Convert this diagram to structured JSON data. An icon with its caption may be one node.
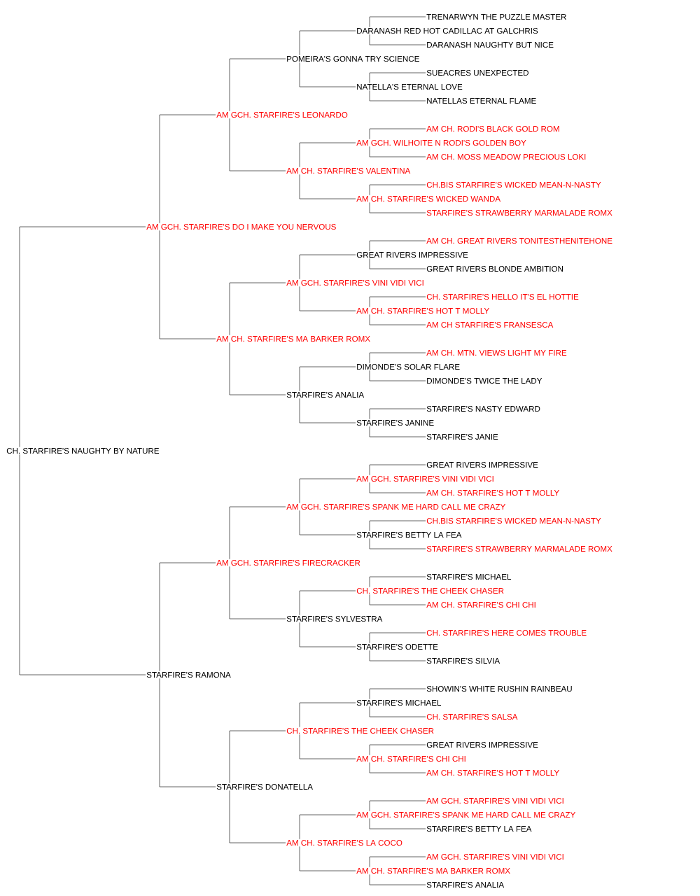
{
  "diagram": {
    "nodes": [
      {
        "text": [
          "TRENARWYN THE PUZZLE MASTER"
        ]
      },
      {
        "text": [
          "DARANASH RED HOT CADILLAC AT GALCHRIS"
        ]
      },
      {
        "text": [
          "DARANASH NAUGHTY BUT NICE"
        ]
      },
      {
        "text": [
          "POMEIRA'S GONNA TRY SCIENCE"
        ]
      },
      {
        "text": [
          "SUEACRES UNEXPECTED"
        ]
      },
      {
        "text": [
          "NATELLA'S ETERNAL LOVE"
        ]
      },
      {
        "text": [
          "NATELLAS ETERNAL FLAME"
        ]
      },
      {
        "text": [
          "AM GCH. STARFIRE'S LEONARDO"
        ]
      },
      {
        "text": [
          "AM CH. RODI'S BLACK GOLD ROM"
        ]
      },
      {
        "text": [
          "AM GCH. WILHOITE N RODI'S GOLDEN BOY"
        ]
      },
      {
        "text": [
          "AM CH. MOSS MEADOW PRECIOUS LOKI"
        ]
      },
      {
        "text": [
          "AM CH. STARFIRE'S VALENTINA"
        ]
      },
      {
        "text": [
          "CH.BIS STARFIRE'S WICKED MEAN-N-NASTY"
        ]
      },
      {
        "text": [
          "AM CH. STARFIRE'S WICKED WANDA"
        ]
      },
      {
        "text": [
          "STARFIRE'S STRAWBERRY MARMALADE ROMX"
        ]
      },
      {
        "text": [
          "AM GCH. STARFIRE'S DO I MAKE YOU NERVOUS"
        ]
      },
      {
        "text": [
          "AM CH. GREAT RIVERS TONITESTHENITEHONE"
        ]
      },
      {
        "text": [
          "GREAT RIVERS IMPRESSIVE"
        ]
      },
      {
        "text": [
          "GREAT RIVERS BLONDE AMBITION"
        ]
      },
      {
        "text": [
          "AM GCH. STARFIRE'S VINI VIDI VICI"
        ]
      },
      {
        "text": [
          "CH. STARFIRE'S HELLO IT'S EL HOTTIE"
        ]
      },
      {
        "text": [
          "AM CH. STARFIRE'S HOT T MOLLY"
        ]
      },
      {
        "text": [
          "AM CH STARFIRE'S FRANSESCA"
        ]
      },
      {
        "text": [
          "AM CH. STARFIRE'S MA BARKER ROMX"
        ]
      },
      {
        "text": [
          "AM CH. MTN. VIEWS LIGHT MY FIRE"
        ]
      },
      {
        "text": [
          "DIMONDE'S SOLAR FLARE"
        ]
      },
      {
        "text": [
          "DIMONDE'S TWICE THE LADY"
        ]
      },
      {
        "text": [
          "STARFIRE'S ANALIA"
        ]
      },
      {
        "text": [
          "STARFIRE'S NASTY EDWARD"
        ]
      },
      {
        "text": [
          "STARFIRE'S JANINE"
        ]
      },
      {
        "text": [
          "STARFIRE'S JANIE"
        ]
      },
      {
        "text": [
          "CH. STARFIRE'S NAUGHTY BY NATURE"
        ]
      },
      {
        "text": [
          "GREAT RIVERS IMPRESSIVE"
        ]
      },
      {
        "text": [
          "AM GCH. STARFIRE'S VINI VIDI VICI"
        ]
      },
      {
        "text": [
          "AM CH. STARFIRE'S HOT T MOLLY"
        ]
      },
      {
        "text": [
          "AM GCH. STARFIRE'S SPANK ME HARD CALL ME CRAZY"
        ]
      },
      {
        "text": [
          "CH.BIS STARFIRE'S WICKED MEAN-N-NASTY"
        ]
      },
      {
        "text": [
          "STARFIRE'S BETTY LA FEA"
        ]
      },
      {
        "text": [
          "STARFIRE'S STRAWBERRY MARMALADE ROMX"
        ]
      },
      {
        "text": [
          "AM GCH. STARFIRE'S FIRECRACKER"
        ]
      },
      {
        "text": [
          "STARFIRE'S MICHAEL"
        ]
      },
      {
        "text": [
          "CH. STARFIRE'S THE CHEEK CHASER"
        ]
      },
      {
        "text": [
          "AM CH. STARFIRE'S CHI CHI"
        ]
      },
      {
        "text": [
          "STARFIRE'S SYLVESTRA"
        ]
      },
      {
        "text": [
          "CH. STARFIRE'S HERE COMES TROUBLE"
        ]
      },
      {
        "text": [
          "STARFIRE'S ODETTE"
        ]
      },
      {
        "text": [
          "STARFIRE'S SILVIA"
        ]
      },
      {
        "text": [
          "STARFIRE'S RAMONA"
        ]
      },
      {
        "text": [
          "SHOWIN'S WHITE RUSHIN RAINBEAU"
        ]
      },
      {
        "text": [
          "STARFIRE'S MICHAEL"
        ]
      },
      {
        "text": [
          "CH. STARFIRE'S SALSA"
        ]
      },
      {
        "text": [
          "CH. STARFIRE'S THE CHEEK CHASER"
        ]
      },
      {
        "text": [
          "GREAT RIVERS IMPRESSIVE"
        ]
      },
      {
        "text": [
          "AM CH. STARFIRE'S CHI CHI"
        ]
      },
      {
        "text": [
          "AM CH. STARFIRE'S HOT T MOLLY"
        ]
      },
      {
        "text": [
          "STARFIRE'S DONATELLA"
        ]
      },
      {
        "text": [
          "AM GCH. STARFIRE'S VINI VIDI VICI"
        ]
      },
      {
        "text": [
          "AM GCH. STARFIRE'S SPANK ME HARD CALL ME CRAZY"
        ]
      },
      {
        "text": [
          "STARFIRE'S BETTY LA FEA"
        ]
      },
      {
        "text": [
          "AM CH. STARFIRE'S LA COCO"
        ]
      },
      {
        "text": [
          "AM GCH. STARFIRE'S VINI VIDI VICI"
        ]
      },
      {
        "text": [
          "AM CH. STARFIRE'S MA BARKER ROMX"
        ]
      },
      {
        "text": [
          "STARFIRE'S ANALIA"
        ]
      }
    ],
    "edges": [
      {
        "from": 31,
        "to": 15,
        "arrow": "none"
      },
      {
        "from": 31,
        "to": 47,
        "arrow": "none"
      },
      {
        "from": 15,
        "to": 7,
        "arrow": "none"
      },
      {
        "from": 15,
        "to": 23,
        "arrow": "none"
      },
      {
        "from": 7,
        "to": 3,
        "arrow": "none"
      },
      {
        "from": 7,
        "to": 11,
        "arrow": "none"
      },
      {
        "from": 3,
        "to": 1,
        "arrow": "none"
      },
      {
        "from": 3,
        "to": 5,
        "arrow": "none"
      },
      {
        "from": 1,
        "to": 0,
        "arrow": "none"
      },
      {
        "from": 1,
        "to": 2,
        "arrow": "none"
      },
      {
        "from": 5,
        "to": 4,
        "arrow": "none"
      },
      {
        "from": 5,
        "to": 6,
        "arrow": "none"
      },
      {
        "from": 11,
        "to": 9,
        "arrow": "none"
      },
      {
        "from": 11,
        "to": 13,
        "arrow": "none"
      },
      {
        "from": 9,
        "to": 8,
        "arrow": "none"
      },
      {
        "from": 9,
        "to": 10,
        "arrow": "none"
      },
      {
        "from": 13,
        "to": 12,
        "arrow": "none"
      },
      {
        "from": 13,
        "to": 14,
        "arrow": "none"
      },
      {
        "from": 23,
        "to": 19,
        "arrow": "none"
      },
      {
        "from": 23,
        "to": 27,
        "arrow": "none"
      },
      {
        "from": 19,
        "to": 17,
        "arrow": "none"
      },
      {
        "from": 19,
        "to": 21,
        "arrow": "none"
      },
      {
        "from": 17,
        "to": 16,
        "arrow": "none"
      },
      {
        "from": 17,
        "to": 18,
        "arrow": "none"
      },
      {
        "from": 21,
        "to": 20,
        "arrow": "none"
      },
      {
        "from": 21,
        "to": 22,
        "arrow": "none"
      },
      {
        "from": 27,
        "to": 25,
        "arrow": "none"
      },
      {
        "from": 27,
        "to": 29,
        "arrow": "none"
      },
      {
        "from": 25,
        "to": 24,
        "arrow": "none"
      },
      {
        "from": 25,
        "to": 26,
        "arrow": "none"
      },
      {
        "from": 29,
        "to": 28,
        "arrow": "none"
      },
      {
        "from": 29,
        "to": 30,
        "arrow": "none"
      },
      {
        "from": 47,
        "to": 39,
        "arrow": "none"
      },
      {
        "from": 47,
        "to": 55,
        "arrow": "none"
      },
      {
        "from": 39,
        "to": 35,
        "arrow": "none"
      },
      {
        "from": 39,
        "to": 43,
        "arrow": "none"
      },
      {
        "from": 35,
        "to": 33,
        "arrow": "none"
      },
      {
        "from": 35,
        "to": 37,
        "arrow": "none"
      },
      {
        "from": 33,
        "to": 32,
        "arrow": "none"
      },
      {
        "from": 33,
        "to": 34,
        "arrow": "none"
      },
      {
        "from": 37,
        "to": 36,
        "arrow": "none"
      },
      {
        "from": 37,
        "to": 38,
        "arrow": "none"
      },
      {
        "from": 43,
        "to": 41,
        "arrow": "none"
      },
      {
        "from": 43,
        "to": 45,
        "arrow": "none"
      },
      {
        "from": 41,
        "to": 40,
        "arrow": "none"
      },
      {
        "from": 41,
        "to": 42,
        "arrow": "none"
      },
      {
        "from": 45,
        "to": 44,
        "arrow": "none"
      },
      {
        "from": 45,
        "to": 46,
        "arrow": "none"
      },
      {
        "from": 55,
        "to": 51,
        "arrow": "none"
      },
      {
        "from": 55,
        "to": 59,
        "arrow": "none"
      },
      {
        "from": 51,
        "to": 49,
        "arrow": "none"
      },
      {
        "from": 51,
        "to": 53,
        "arrow": "none"
      },
      {
        "from": 49,
        "to": 48,
        "arrow": "none"
      },
      {
        "from": 49,
        "to": 50,
        "arrow": "none"
      },
      {
        "from": 53,
        "to": 52,
        "arrow": "none"
      },
      {
        "from": 53,
        "to": 54,
        "arrow": "none"
      },
      {
        "from": 59,
        "to": 57,
        "arrow": "none"
      },
      {
        "from": 59,
        "to": 61,
        "arrow": "none"
      },
      {
        "from": 57,
        "to": 56,
        "arrow": "none"
      },
      {
        "from": 57,
        "to": 58,
        "arrow": "none"
      },
      {
        "from": 61,
        "to": 60,
        "arrow": "none"
      },
      {
        "from": 61,
        "to": 62,
        "arrow": "none"
      }
    ]
  }
}
